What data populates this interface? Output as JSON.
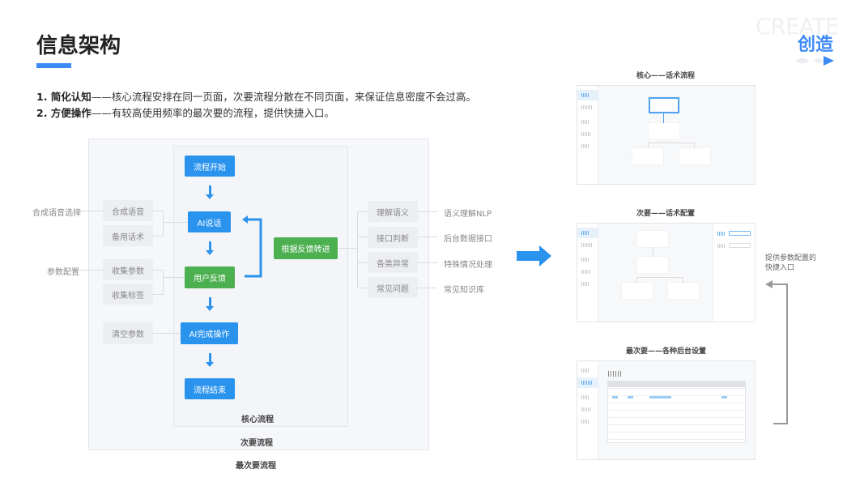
{
  "header": {
    "title": "信息架构",
    "brand_en": "CREATE",
    "brand_cn": "创造"
  },
  "points": [
    {
      "head": "1. 简化认知",
      "body": "——核心流程安排在同一页面，次要流程分散在不同页面，来保证信息密度不会过高。"
    },
    {
      "head": "2. 方便操作",
      "body": "——有较高使用频率的最次要的流程，提供快捷入口。"
    }
  ],
  "flow": {
    "core": [
      "流程开始",
      "AI说话",
      "用户反馈",
      "AI完成操作",
      "流程结束"
    ],
    "feedback": "根据反馈转进",
    "left_items": [
      "合成语音",
      "备用话术",
      "收集参数",
      "收集标签",
      "清空参数"
    ],
    "left_labels": [
      "合成语音选择",
      "参数配置"
    ],
    "right_items": [
      "理解语义",
      "接口判断",
      "各类异常",
      "常见问题"
    ],
    "right_labels": [
      "语义理解NLP",
      "后台数据接口",
      "特殊情况处理",
      "常见知识库"
    ],
    "captions": {
      "core": "核心流程",
      "secondary": "次要流程",
      "least": "最次要流程"
    }
  },
  "pages": {
    "core": "核心——话术流程",
    "secondary": "次要——话术配置",
    "least": "最次要——各种后台设置",
    "shortcut_note_1": "提供参数配置的",
    "shortcut_note_2": "快捷入口"
  }
}
